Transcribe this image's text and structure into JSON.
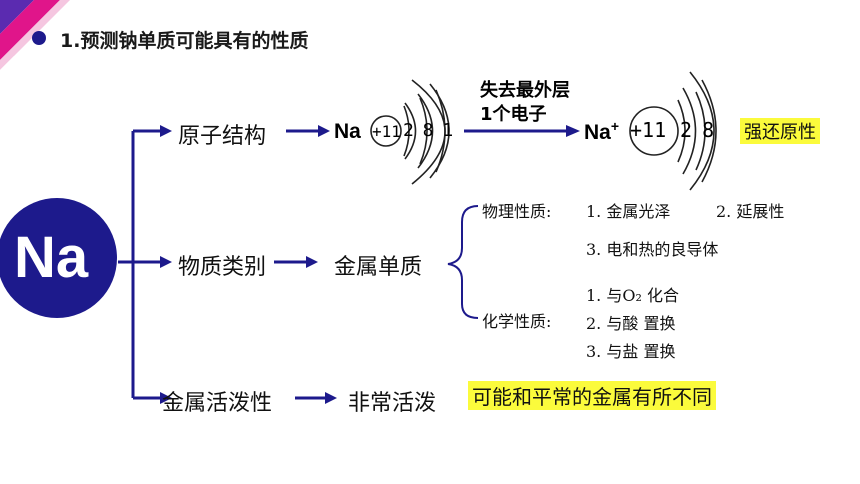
{
  "colors": {
    "navy": "#1d1a8c",
    "highlight": "#fbfb3c",
    "magenta": "#e0158a",
    "purple": "#5b2bb0"
  },
  "title": "1.预测钠单质可能具有的性质",
  "center": {
    "symbol": "Na"
  },
  "atom": {
    "symbol": "Na",
    "nucleus": "+11",
    "electrons": "2 8 1",
    "arrow_label_1": "失去最外层",
    "arrow_label_2": "1个电子"
  },
  "ion": {
    "symbol": "Na",
    "charge": "+",
    "nucleus": "+11",
    "electrons": "2 8",
    "note": "强还原性"
  },
  "branches": {
    "structure": {
      "label": "原子结构"
    },
    "category": {
      "label": "物质类别",
      "result": "金属单质"
    },
    "activity": {
      "label": "金属活泼性",
      "result": "非常活泼",
      "note": "可能和平常的金属有所不同"
    }
  },
  "physical": {
    "label": "物理性质:",
    "items": [
      "1. 金属光泽",
      "2. 延展性",
      "3. 电和热的良导体"
    ]
  },
  "chemical": {
    "label": "化学性质:",
    "items": [
      "1. 与O₂  化合",
      "2. 与酸  置换",
      "3. 与盐  置换"
    ]
  }
}
